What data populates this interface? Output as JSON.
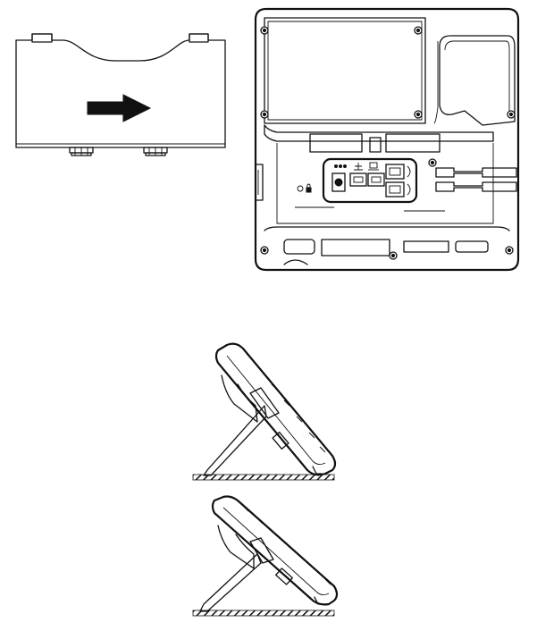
{
  "figure": {
    "panels": [
      {
        "id": "stand-cover",
        "icon": "stand-piece"
      },
      {
        "id": "phone-back",
        "icon": "phone-rear-view"
      },
      {
        "id": "side-high-angle",
        "icon": "phone-side-view"
      },
      {
        "id": "side-low-angle",
        "icon": "phone-side-view"
      }
    ],
    "arrow": {
      "icon": "arrow-right-icon",
      "color": "#111111"
    },
    "line_color": "#111111",
    "background": "#ffffff"
  }
}
